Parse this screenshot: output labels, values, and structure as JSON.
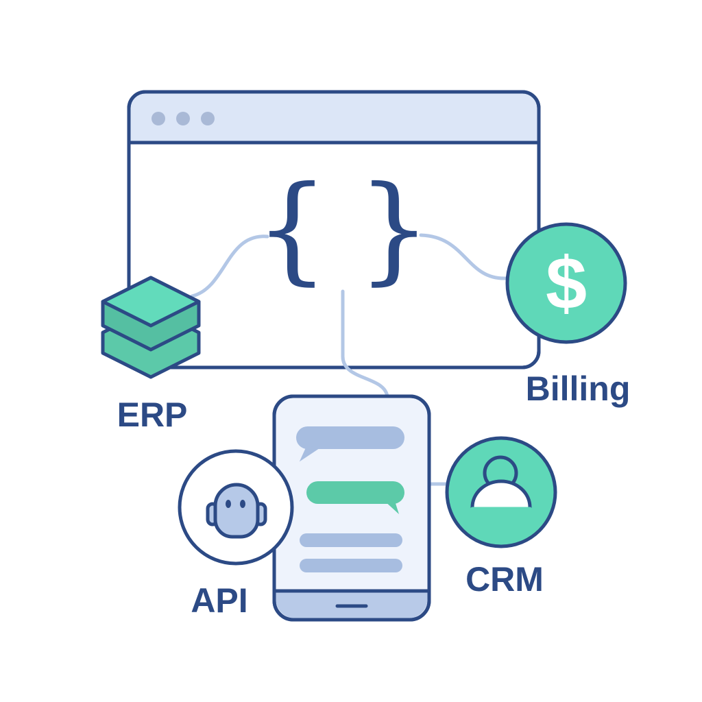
{
  "labels": {
    "erp": "ERP",
    "billing": "Billing",
    "crm": "CRM",
    "api": "API"
  },
  "code_window": {
    "open_brace": "{",
    "close_brace": "}"
  },
  "billing_symbol": "$",
  "icons": [
    "window-dots-icon",
    "code-braces-icon",
    "database-stack-icon",
    "dollar-icon",
    "user-icon",
    "robot-icon",
    "chat-bubble-icon"
  ],
  "colors": {
    "outline": "#2c4a85",
    "teal": "#5fd8b8",
    "light_blue": "#a7bde0",
    "header": "#dce6f7",
    "connector": "#b3c7e6"
  }
}
